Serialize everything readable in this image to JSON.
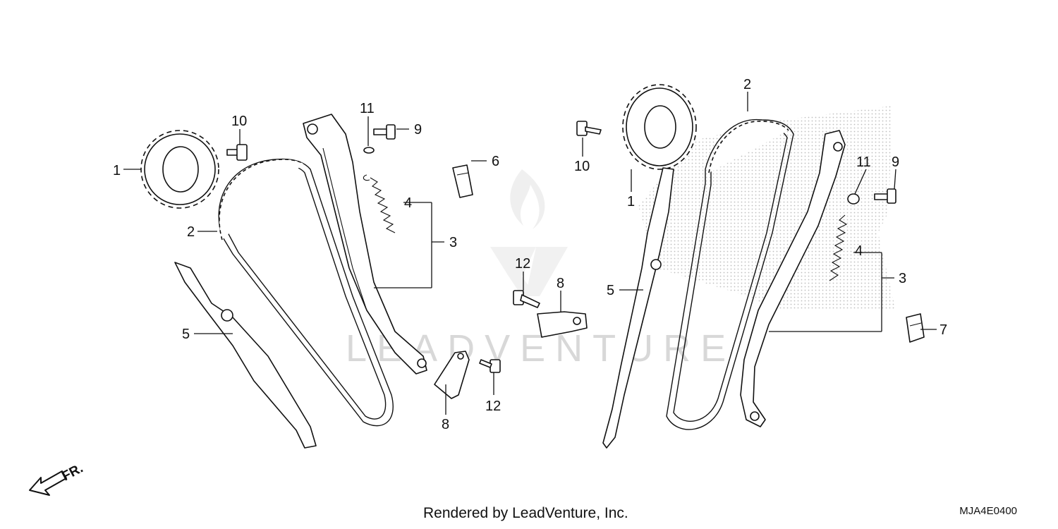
{
  "diagram": {
    "callouts_left": [
      "1",
      "2",
      "3",
      "4",
      "5",
      "6",
      "8",
      "9",
      "10",
      "11",
      "12",
      "12"
    ],
    "callouts_right": [
      "1",
      "2",
      "3",
      "4",
      "5",
      "7",
      "8",
      "9",
      "10",
      "11"
    ],
    "direction_label": "FR.",
    "watermark": "LEADVENTURE"
  },
  "footer": {
    "credit": "Rendered by LeadVenture, Inc.",
    "diagram_code": "MJA4E0400"
  }
}
